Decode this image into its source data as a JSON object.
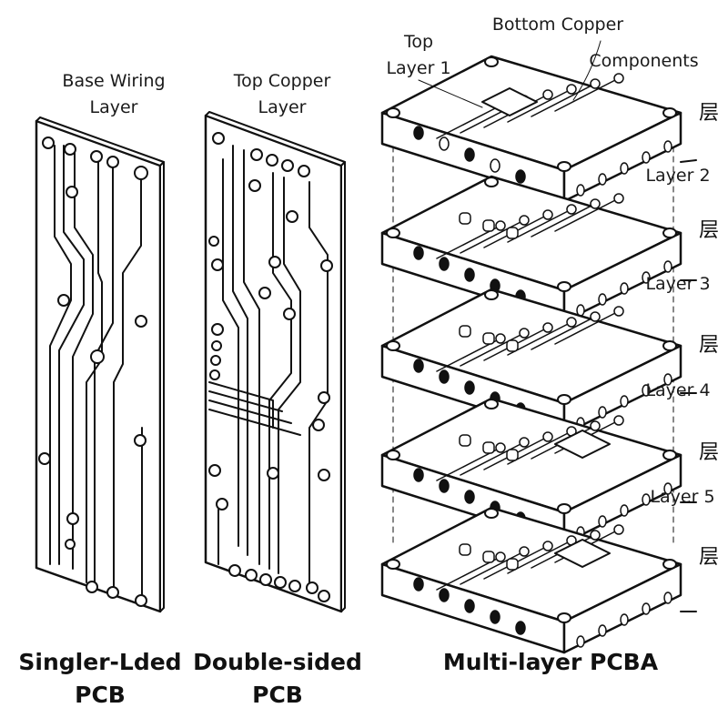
{
  "diagram": {
    "panels": [
      {
        "id": "single",
        "label_line1": "Base Wiring",
        "label_line2": "Layer",
        "title_line1": "Singler-Lded",
        "title_line2": "PCB"
      },
      {
        "id": "double",
        "label_line1": "Top Copper",
        "label_line2": "Layer",
        "title_line1": "Double-sided",
        "title_line2": "PCB"
      },
      {
        "id": "multi",
        "title": "Multi-layer PCBA"
      }
    ],
    "multi_labels": {
      "top_layer_line1": "Top",
      "top_layer_line2": "Layer 1",
      "bottom_copper": "Bottom Copper",
      "components": "Components",
      "layers": [
        "Layer 2",
        "Layer 3",
        "Layer 4",
        "Layer 5"
      ],
      "layer_tag": "层"
    }
  }
}
